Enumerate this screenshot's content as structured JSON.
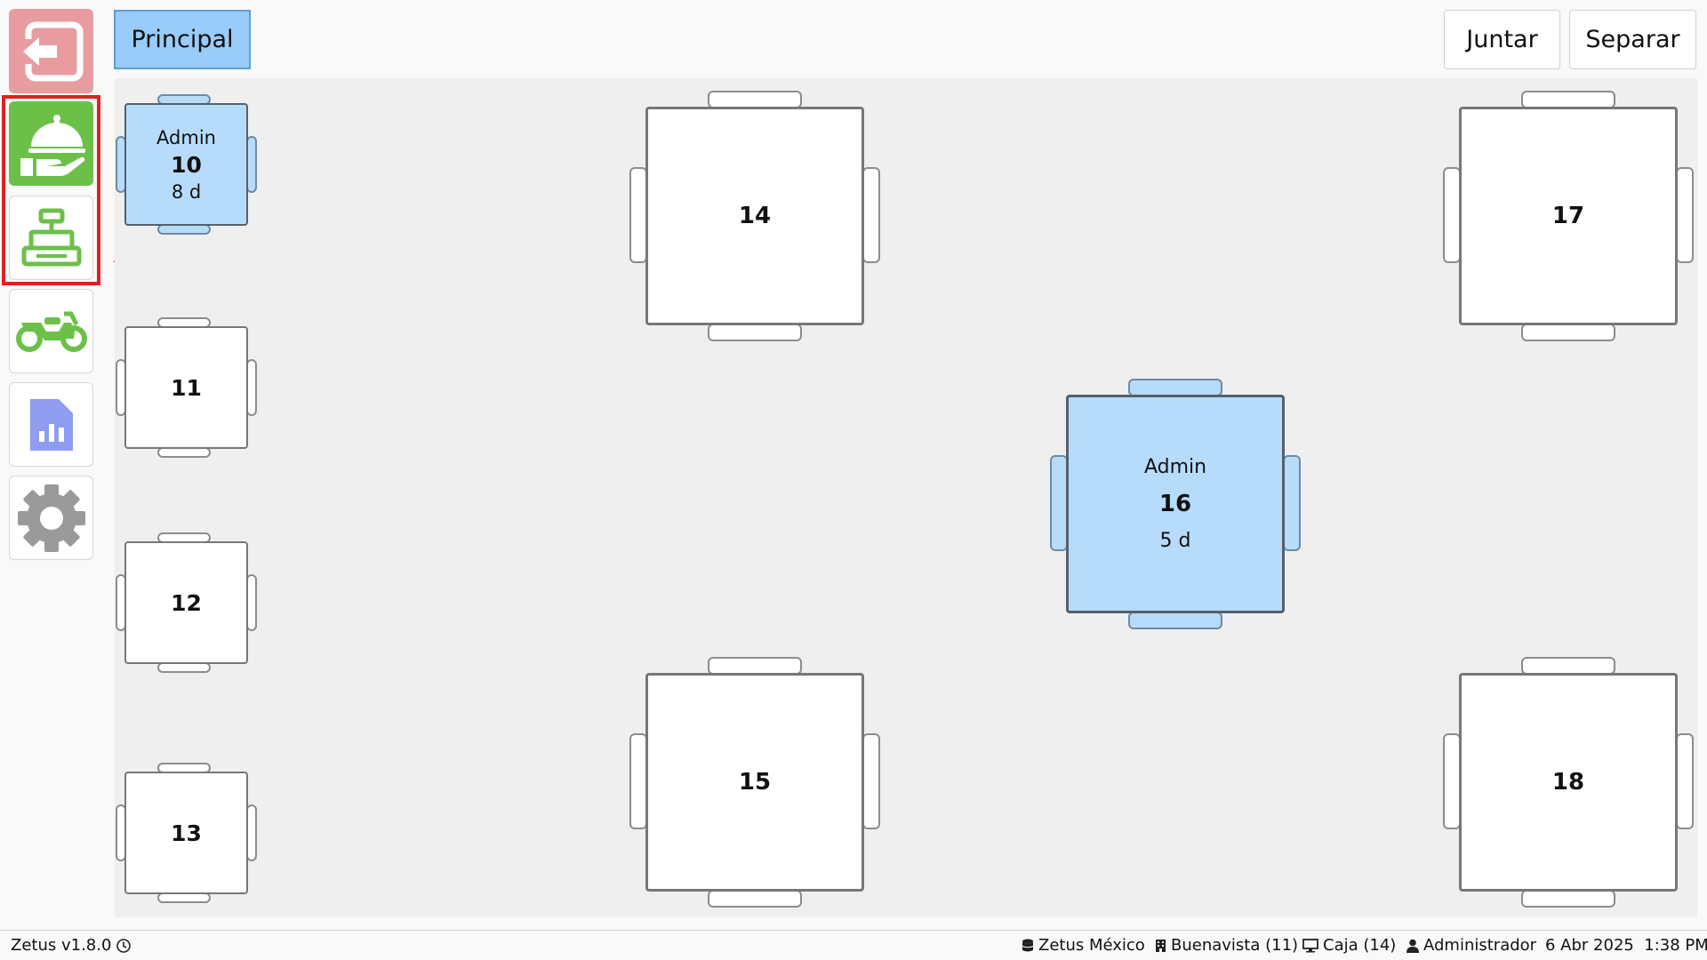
{
  "sidebar": {
    "buttons": [
      {
        "name": "exit",
        "icon": "exit-icon",
        "color": "#e89ca0"
      },
      {
        "name": "tables",
        "icon": "serving-dish-icon",
        "color": "#6cc04a",
        "active": true
      },
      {
        "name": "cash-register",
        "icon": "cash-register-icon",
        "color": "#6cc04a"
      },
      {
        "name": "delivery",
        "icon": "motorcycle-icon",
        "color": "#6cc04a"
      },
      {
        "name": "reports",
        "icon": "report-chart-icon",
        "color": "#8f9cf0"
      },
      {
        "name": "settings",
        "icon": "gear-icon",
        "color": "#9a9a9a"
      }
    ]
  },
  "header": {
    "area_tab": "Principal",
    "join_label": "Juntar",
    "split_label": "Separar"
  },
  "tables": [
    {
      "number": "10",
      "user": "Admin",
      "duration": "8 d",
      "occupied": true
    },
    {
      "number": "11",
      "occupied": false
    },
    {
      "number": "12",
      "occupied": false
    },
    {
      "number": "13",
      "occupied": false
    },
    {
      "number": "14",
      "occupied": false
    },
    {
      "number": "15",
      "occupied": false
    },
    {
      "number": "16",
      "user": "Admin",
      "duration": "5 d",
      "occupied": true
    },
    {
      "number": "17",
      "occupied": false
    },
    {
      "number": "18",
      "occupied": false
    }
  ],
  "statusbar": {
    "version": "Zetus v1.8.0",
    "company": "Zetus México",
    "branch": "Buenavista (11)",
    "register": "Caja (14)",
    "user": "Administrador",
    "datetime": "6 Abr 2025  1:38 PM"
  },
  "colors": {
    "occupied": "#b7dcfb",
    "active_tab": "#99ccf8",
    "highlight": "#e0201c"
  }
}
